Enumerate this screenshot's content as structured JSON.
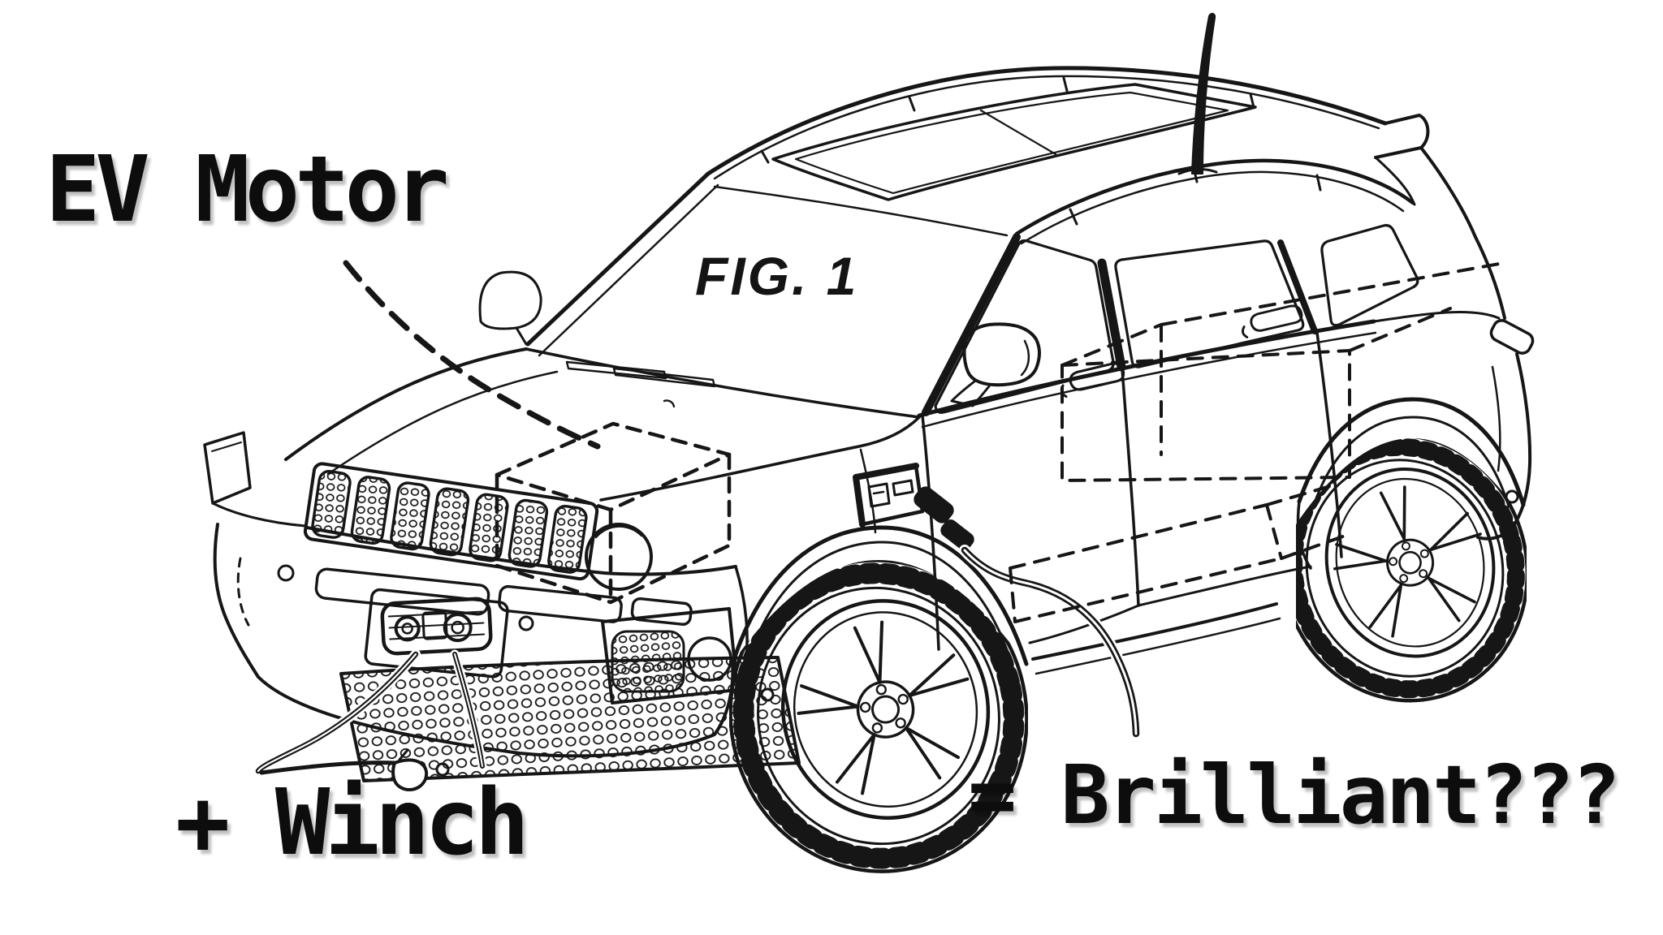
{
  "colors": {
    "ink": "#161616",
    "background": "#ffffff"
  },
  "labels": {
    "ev_motor": "EV Motor",
    "fig_caption": "FIG. 1",
    "winch": "+ Winch",
    "verdict": "= Brilliant???"
  }
}
